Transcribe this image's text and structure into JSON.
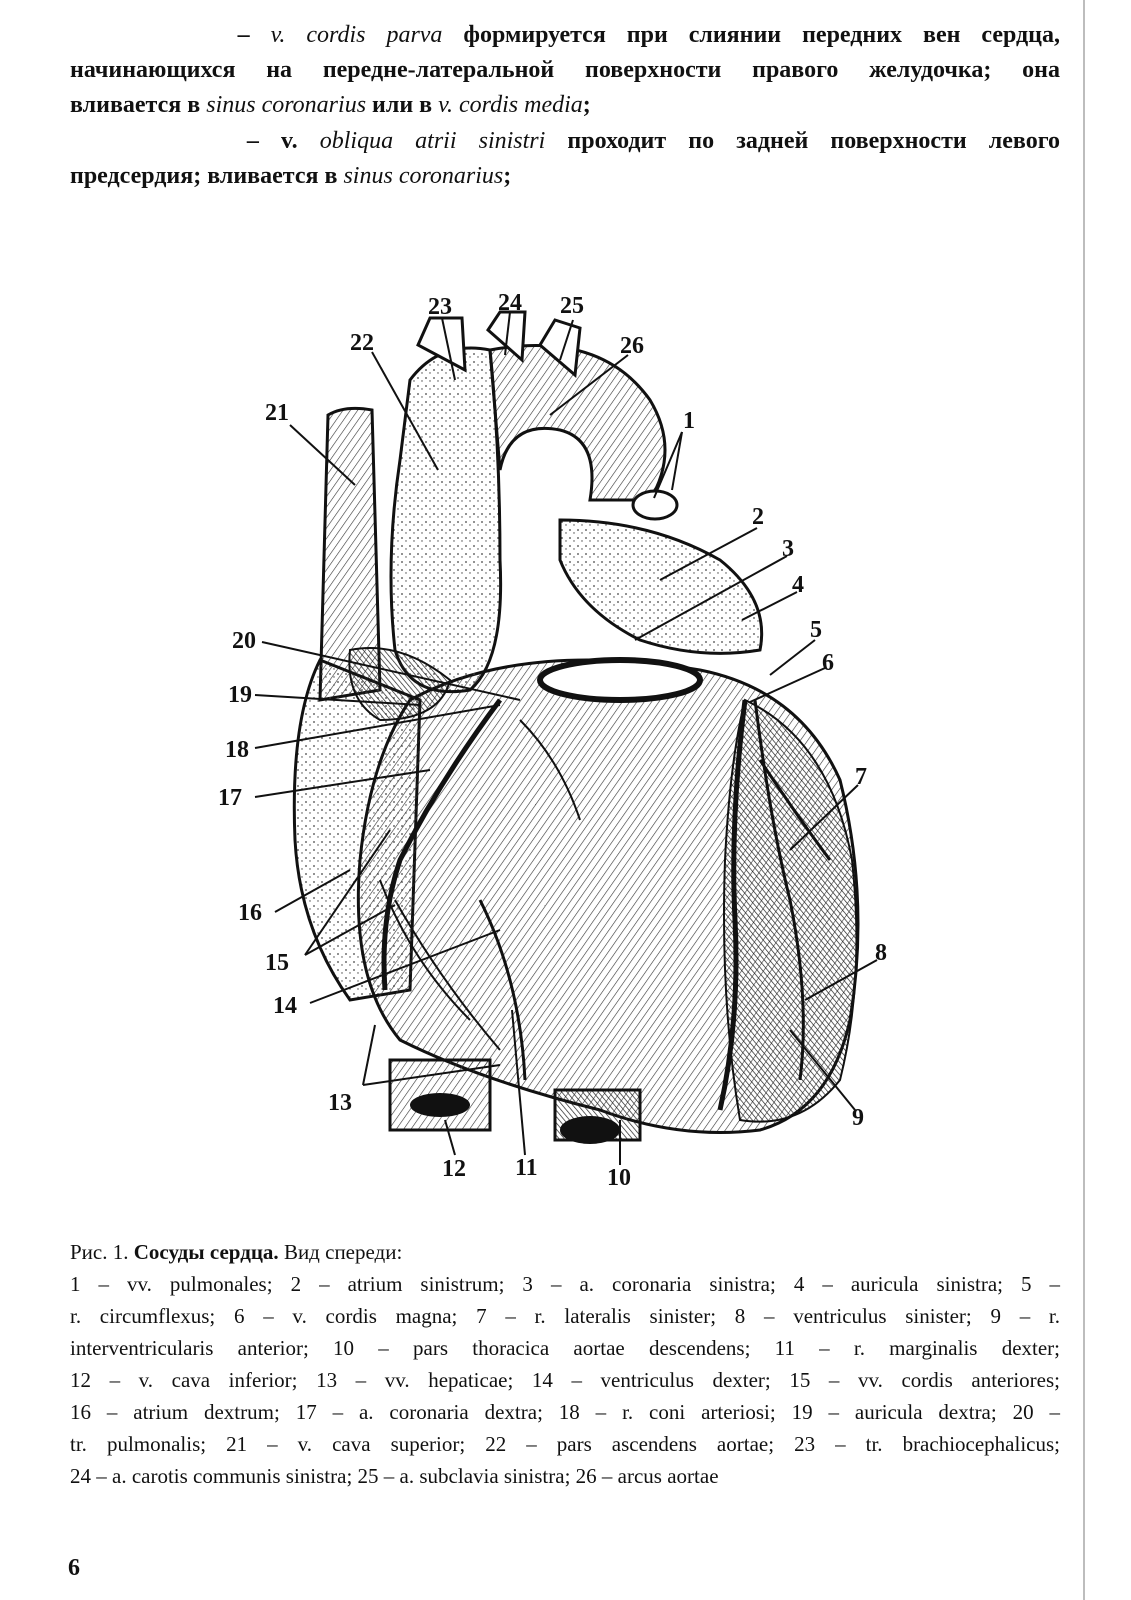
{
  "paragraph1": {
    "dash": "– ",
    "term1": "v. cordis parva",
    "text1": " формируется при слиянии передних вен сердца,",
    "line2": "начинающихся на передне-латеральной поверхности правого желудочка; она",
    "text3a": "вливается в ",
    "term2": "sinus coronarius",
    "text3b": " или в ",
    "term3": "v. cordis media",
    "text3c": ";"
  },
  "paragraph2": {
    "dash": "– v. ",
    "term1": "obliqua atrii sinistri",
    "text1": " проходит по задней поверхности левого",
    "text2a": "предсердия; вливается в ",
    "term2": "sinus coronarius",
    "text2b": ";"
  },
  "figure": {
    "labels": [
      "1",
      "2",
      "3",
      "4",
      "5",
      "6",
      "7",
      "8",
      "9",
      "10",
      "11",
      "12",
      "13",
      "14",
      "15",
      "16",
      "17",
      "18",
      "19",
      "20",
      "21",
      "22",
      "23",
      "24",
      "25",
      "26"
    ]
  },
  "caption": {
    "prefix": "Рис. 1. ",
    "title": "Сосуды сердца.",
    "subtitle": " Вид спереди:",
    "lines": [
      "1 – vv. pulmonales; 2 – atrium sinistrum; 3 – a. coronaria sinistra; 4 – auricula sinistra; 5 –",
      "r. circumflexus; 6 – v. cordis magna; 7 – r. lateralis sinister; 8 – ventriculus sinister; 9 – r.",
      "interventricularis anterior; 10 – pars thoracica aortae descendens; 11 – r. marginalis dexter;",
      "12 – v. cava inferior; 13 – vv. hepaticae; 14 – ventriculus dexter; 15 – vv. cordis anteriores;",
      "16 – atrium dextrum; 17 – a. coronaria dextra; 18 – r. coni arteriosi; 19 – auricula dextra; 20 –",
      "tr. pulmonalis; 21 – v. cava superior; 22 – pars ascendens aortae; 23 – tr. brachiocephalicus;",
      "24 – a. carotis communis sinistra; 25 – a. subclavia sinistra; 26 – arcus aortae"
    ]
  },
  "page_number": "6"
}
